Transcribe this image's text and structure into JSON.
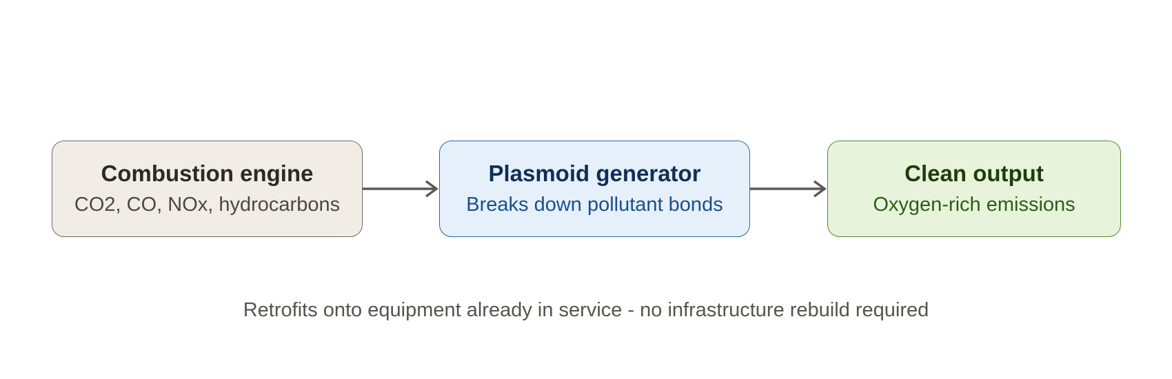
{
  "diagram": {
    "nodes": [
      {
        "title": "Combustion engine",
        "subtitle": "CO2, CO, NOx, hydrocarbons"
      },
      {
        "title": "Plasmoid generator",
        "subtitle": "Breaks down pollutant bonds"
      },
      {
        "title": "Clean output",
        "subtitle": "Oxygen-rich emissions"
      }
    ],
    "edges": [
      {
        "from": "Combustion engine",
        "to": "Plasmoid generator"
      },
      {
        "from": "Plasmoid generator",
        "to": "Clean output"
      }
    ],
    "caption": "Retrofits onto equipment already in service - no infrastructure rebuild required"
  },
  "colors": {
    "engine_fill": "#f1ede6",
    "plasmoid_fill": "#e6f0fa",
    "clean_fill": "#e8f3dc",
    "arrow": "#5a5955"
  }
}
